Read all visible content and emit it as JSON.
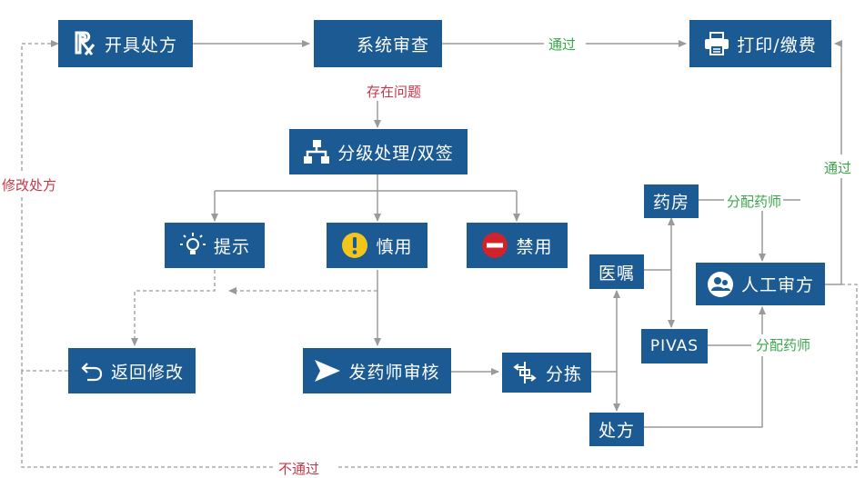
{
  "nodes": {
    "prescribe": "开具处方",
    "system_review": "系统审查",
    "print_pay": "打印/缴费",
    "grade_handle": "分级处理/双签",
    "prompt": "提示",
    "caution": "慎用",
    "forbid": "禁用",
    "return_modify": "返回修改",
    "dispense_review": "发药师审核",
    "sorting": "分拣",
    "pharmacy": "药房",
    "medical_order": "医嘱",
    "pivas": "PIVAS",
    "prescription": "处方",
    "manual_review": "人工审方"
  },
  "edge_labels": {
    "pass_top": "通过",
    "pass_right": "通过",
    "has_issue": "存在问题",
    "modify_prescription": "修改处方",
    "assign_pharmacist_1": "分配药师",
    "assign_pharmacist_2": "分配药师",
    "not_pass": "不通过"
  },
  "colors": {
    "box": "#1b5a93",
    "line": "#9a9a9a",
    "pass": "#3aa64a",
    "issue": "#c2384b"
  }
}
